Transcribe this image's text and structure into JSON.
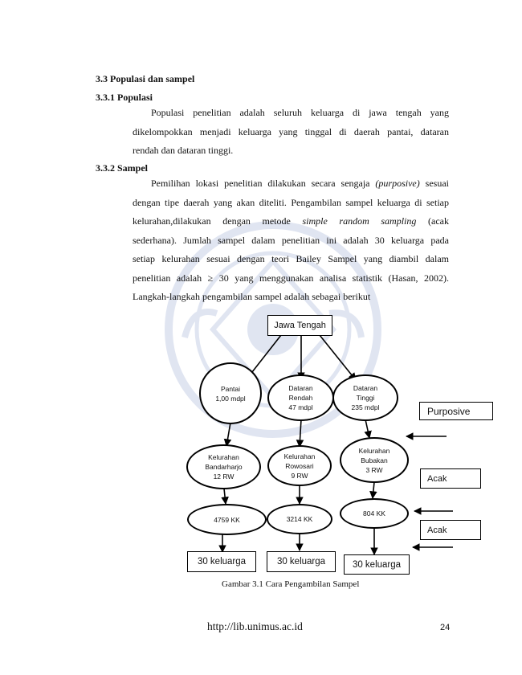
{
  "headings": {
    "h1": "3.3 Populasi dan sampel",
    "h2": "3.3.1 Populasi",
    "h3": "3.3.2 Sampel"
  },
  "populasi_lines": [
    "Populasi penelitian adalah seluruh keluarga di jawa tengah yang",
    "dikelompokkan menjadi keluarga yang tinggal di daerah pantai, dataran",
    "rendah dan dataran tinggi."
  ],
  "sampel_lines": {
    "l1_a": "Pemilihan lokasi penelitian dilakukan secara sengaja ",
    "l1_b": "(purposive)",
    "l1_c": " sesuai",
    "l2": "dengan tipe daerah yang akan diteliti. Pengambilan sampel keluarga di setiap",
    "l3_a": "kelurahan,dilakukan dengan metode ",
    "l3_b": "simple random sampling",
    "l3_c": " (acak",
    "l4": "sederhana). Jumlah sampel  dalam penelitian ini adalah 30 keluarga pada",
    "l5": "setiap kelurahan  sesuai dengan teori Bailey Sampel yang diambil dalam",
    "l6": "penelitian adalah ≥ 30 yang menggunakan analisa statistik (Hasan, 2002).",
    "l7": "Langkah-langkah pengambilan sampel adalah sebagai berikut"
  },
  "diagram": {
    "root": "Jawa Tengah",
    "regions": [
      "Pantai\n1,00 mdpl",
      "Dataran\nRendah\n47 mdpl",
      "Dataran\nTinggi\n235 mdpl"
    ],
    "kelurahan": [
      "Kelurahan\nBandarharjo\n12 RW",
      "Kelurahan\nRowosari\n9 RW",
      "Kelurahan\nBubakan\n3 RW"
    ],
    "kk": [
      "4759 KK",
      "3214 KK",
      "804 KK"
    ],
    "samples": [
      "30 keluarga",
      "30 keluarga",
      "30 keluarga"
    ],
    "methods": [
      "Purposive",
      "Acak",
      "Acak"
    ]
  },
  "caption": "Gambar 3.1 Cara Pengambilan Sampel",
  "footer": {
    "url": "http://lib.unimus.ac.id",
    "page": "24"
  }
}
